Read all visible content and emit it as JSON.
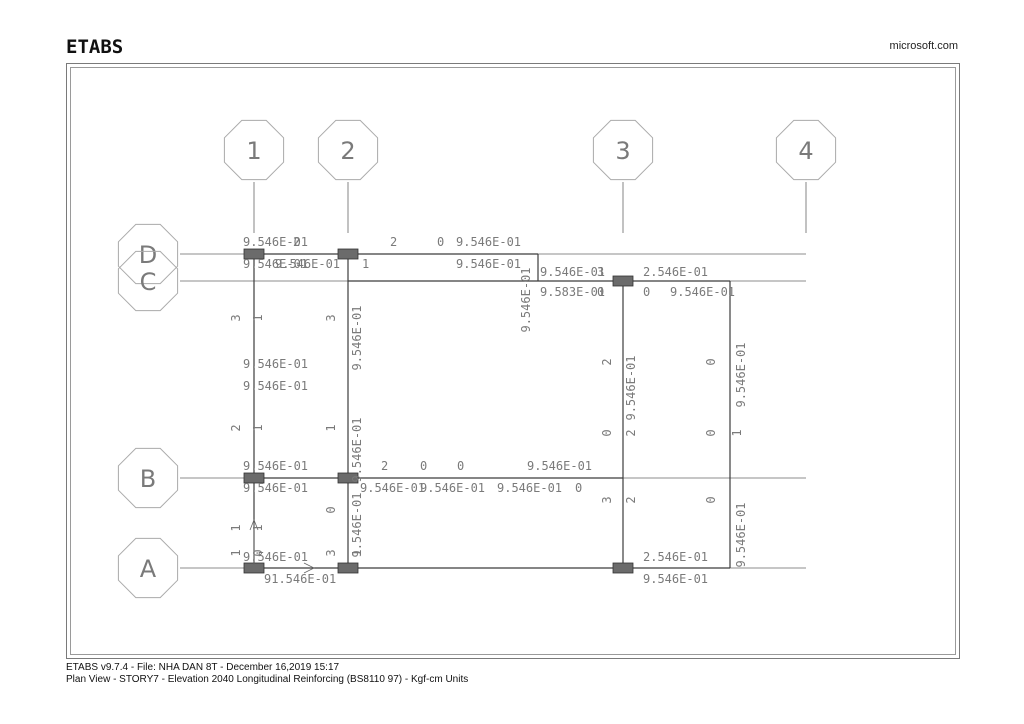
{
  "header": {
    "brand": "ETABS",
    "site": "microsoft.com"
  },
  "footer": {
    "line1": "ETABS v9.7.4  -  File: NHA DAN 8T  -  December 16,2019  15:17",
    "line2": "Plan View - STORY7 - Elevation 2040  Longitudinal Reinforcing  (BS8110 97)  -  Kgf-cm Units"
  },
  "colors": {
    "line": "#666666",
    "bubble": "#aaaaaa",
    "text": "#7a7a7a",
    "column": "#6b6b6b",
    "frame": "#7a7a7a"
  },
  "grid": {
    "columns": [
      {
        "label": "1"
      },
      {
        "label": "2"
      },
      {
        "label": "3"
      },
      {
        "label": "4"
      }
    ],
    "rows": [
      {
        "label": "D"
      },
      {
        "label": "C"
      },
      {
        "label": "B"
      },
      {
        "label": "A"
      }
    ]
  },
  "annotations": {
    "h": [
      "9.546E-01",
      "2",
      "2",
      "0",
      "9.546E-01",
      "9.546E-01",
      "9.546E-01",
      "1",
      "9.546E-01",
      "9.546E-01",
      "3",
      "2.546E-01",
      "9.583E-01",
      "0",
      "0",
      "9.546E-01",
      "9.546E-01",
      "9.546E-01",
      "9.546E-01",
      "2",
      "0",
      "0",
      "9.546E-01",
      "9.546E-01",
      "9.546E-01",
      "9.546E-01",
      "9.546E-01",
      "0",
      "9.546E-01",
      "2.546E-01",
      "91.546E-01",
      "9.546E-01"
    ],
    "v": [
      "3",
      "1",
      "3",
      "9.546E-01",
      "2",
      "1",
      "1",
      "9.546E-01",
      "2",
      "9.546E-01",
      "0",
      "9.546E-01",
      "0",
      "2",
      "0",
      "1",
      "3",
      "2",
      "0",
      "9.546E-01",
      "1",
      "1",
      "0",
      "9.546E-01",
      "1",
      "0",
      "3",
      "1",
      "9.546E-01"
    ]
  }
}
